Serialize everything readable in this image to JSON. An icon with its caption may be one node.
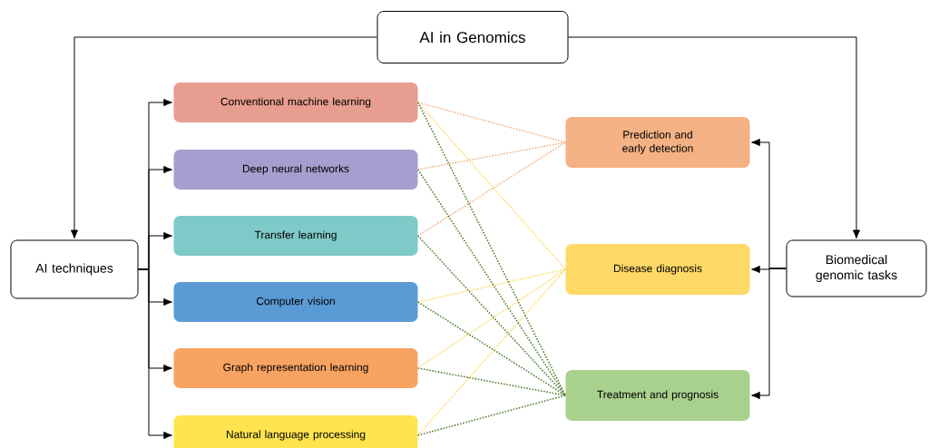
{
  "diagram": {
    "nodes": [
      {
        "text": [
          "AI in Genomics"
        ]
      },
      {
        "text": [
          "AI techniques"
        ]
      },
      {
        "text": [
          "Conventional machine learning"
        ]
      },
      {
        "text": [
          "Deep neural networks"
        ]
      },
      {
        "text": [
          "Transfer learning"
        ]
      },
      {
        "text": [
          "Computer vision"
        ]
      },
      {
        "text": [
          "Graph representation learning"
        ]
      },
      {
        "text": [
          "Natural language processing"
        ]
      },
      {
        "text": [
          "Prediction and early detection"
        ]
      },
      {
        "text": [
          "Disease diagnosis"
        ]
      },
      {
        "text": [
          "Treatment and prognosis"
        ]
      },
      {
        "text": [
          "Biomedical genomic tasks"
        ]
      }
    ],
    "edges": [
      {
        "from": 0,
        "to": 1,
        "arrow": "to"
      },
      {
        "from": 0,
        "to": 11,
        "arrow": "to"
      },
      {
        "from": 1,
        "to": 2,
        "arrow": "to"
      },
      {
        "from": 1,
        "to": 3,
        "arrow": "to"
      },
      {
        "from": 1,
        "to": 4,
        "arrow": "to"
      },
      {
        "from": 1,
        "to": 5,
        "arrow": "to"
      },
      {
        "from": 1,
        "to": 6,
        "arrow": "to"
      },
      {
        "from": 1,
        "to": 7,
        "arrow": "to"
      },
      {
        "from": 11,
        "to": 8,
        "arrow": "to"
      },
      {
        "from": 11,
        "to": 9,
        "arrow": "to"
      },
      {
        "from": 11,
        "to": 10,
        "arrow": "to"
      },
      {
        "from": 2,
        "to": 8,
        "arrow": "none",
        "style": "dashed",
        "color": "#f4b183"
      },
      {
        "from": 3,
        "to": 8,
        "arrow": "none",
        "style": "dashed",
        "color": "#f4b183"
      },
      {
        "from": 4,
        "to": 8,
        "arrow": "none",
        "style": "dashed",
        "color": "#f4b183"
      },
      {
        "from": 2,
        "to": 9,
        "arrow": "none",
        "style": "dashed",
        "color": "#ffd966"
      },
      {
        "from": 5,
        "to": 9,
        "arrow": "none",
        "style": "dashed",
        "color": "#ffd966"
      },
      {
        "from": 6,
        "to": 9,
        "arrow": "none",
        "style": "dashed",
        "color": "#ffd966"
      },
      {
        "from": 7,
        "to": 9,
        "arrow": "none",
        "style": "dashed",
        "color": "#ffd966"
      },
      {
        "from": 2,
        "to": 10,
        "arrow": "none",
        "style": "dashed",
        "color": "#548235"
      },
      {
        "from": 3,
        "to": 10,
        "arrow": "none",
        "style": "dashed",
        "color": "#548235"
      },
      {
        "from": 4,
        "to": 10,
        "arrow": "none",
        "style": "dashed",
        "color": "#548235"
      },
      {
        "from": 5,
        "to": 10,
        "arrow": "none",
        "style": "dashed",
        "color": "#548235"
      },
      {
        "from": 6,
        "to": 10,
        "arrow": "none",
        "style": "dashed",
        "color": "#548235"
      },
      {
        "from": 7,
        "to": 10,
        "arrow": "none",
        "style": "dashed",
        "color": "#548235"
      }
    ]
  }
}
